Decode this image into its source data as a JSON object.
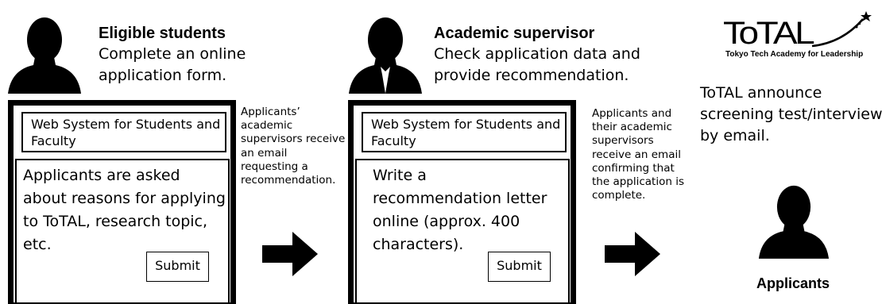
{
  "students": {
    "title": "Eligible students",
    "desc_lines": [
      "Complete an online",
      "application form."
    ],
    "icon": "person-silhouette-icon"
  },
  "supervisor": {
    "title": "Academic supervisor",
    "desc_lines": [
      "Check application data and",
      "provide recommendation."
    ],
    "icon": "person-with-tie-icon"
  },
  "panel1": {
    "header_lines": [
      "Web System for Students and",
      "Faculty"
    ],
    "body_lines": [
      "Applicants are asked",
      "about reasons for applying",
      "to ToTAL, research topic,",
      "etc."
    ],
    "submit_label": "Submit"
  },
  "panel2": {
    "header_lines": [
      "Web System for Students and",
      "Faculty"
    ],
    "body_lines": [
      "Write a",
      "recommendation letter",
      "online (approx. 400",
      "characters)."
    ],
    "submit_label": "Submit"
  },
  "note1": {
    "lines": [
      "Applicants’",
      "academic",
      "supervisors receive",
      "an email",
      "requesting a",
      "recommendation."
    ]
  },
  "note2": {
    "lines": [
      "Applicants and",
      "their academic",
      "supervisors",
      "receive an email",
      "confirming that",
      "the application is",
      "complete."
    ]
  },
  "logo": {
    "text": "ToTAL",
    "subtitle": "Tokyo Tech Academy for Leadership"
  },
  "announce": {
    "lines": [
      "ToTAL announce",
      "screening test/interview",
      "by email."
    ]
  },
  "applicants": {
    "label": "Applicants",
    "icon": "person-silhouette-icon"
  }
}
